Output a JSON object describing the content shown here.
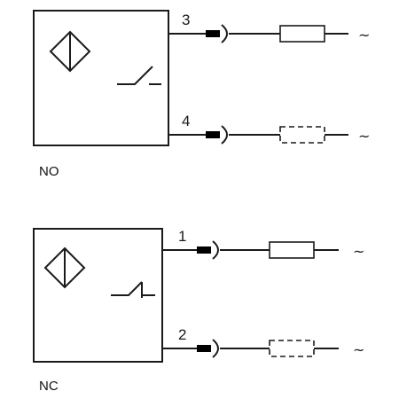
{
  "sections": [
    {
      "label": "NO",
      "wires": [
        {
          "pin": "3",
          "load": "solid",
          "supply": "~"
        },
        {
          "pin": "4",
          "load": "dashed",
          "supply": "~"
        }
      ]
    },
    {
      "label": "NC",
      "wires": [
        {
          "pin": "1",
          "load": "solid",
          "supply": "~"
        },
        {
          "pin": "2",
          "load": "dashed",
          "supply": "~"
        }
      ]
    }
  ]
}
